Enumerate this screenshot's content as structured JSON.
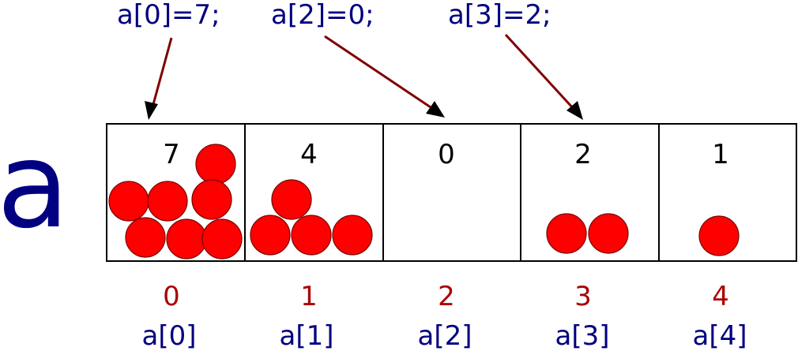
{
  "array_name": "a",
  "assignments": [
    "a[0]=7;",
    "a[2]=0;",
    "a[3]=2;"
  ],
  "cells": [
    {
      "index": "0",
      "value": "7",
      "label": "a[0]"
    },
    {
      "index": "1",
      "value": "4",
      "label": "a[1]"
    },
    {
      "index": "2",
      "value": "0",
      "label": "a[2]"
    },
    {
      "index": "3",
      "value": "2",
      "label": "a[3]"
    },
    {
      "index": "4",
      "value": "1",
      "label": "a[4]"
    }
  ],
  "colors": {
    "name_and_labels": "#000080",
    "index": "#aa0000",
    "ball": "#ff0000",
    "arrow": "#800000"
  }
}
